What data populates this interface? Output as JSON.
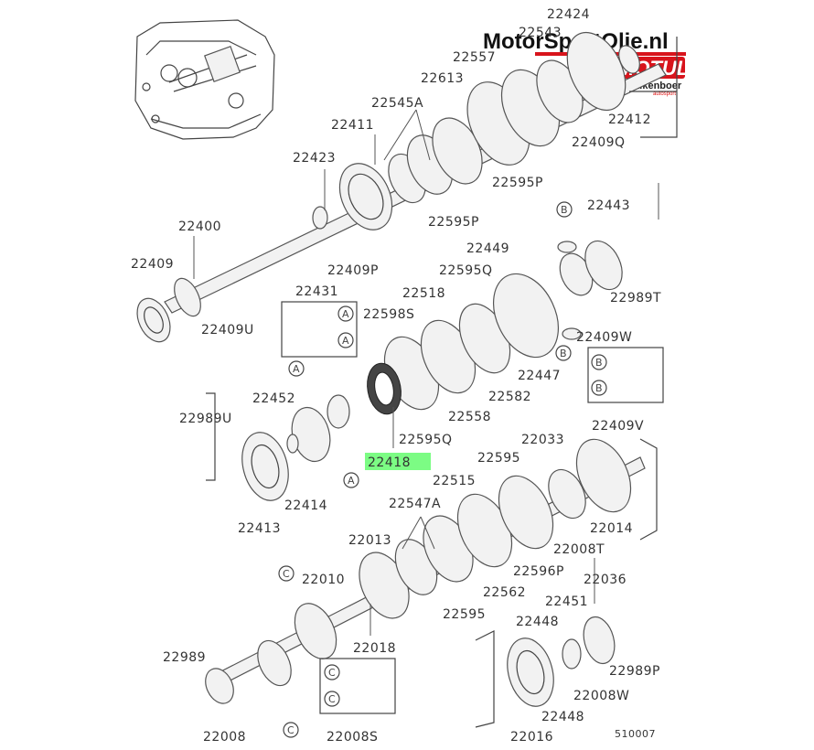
{
  "brand": {
    "site_name": "MotorSportOlie.nl",
    "logo_text": "MOTUL",
    "dealer_text": "Malkenboer",
    "dealer_sub": "autosport",
    "accent_red": "#d8141c"
  },
  "highlight_color": "#7CFC84",
  "highlighted_part": "22418",
  "diagram_code": "510007",
  "callout_letters": [
    "A",
    "B",
    "C"
  ],
  "part_numbers": [
    "22424",
    "22543",
    "22557",
    "22613",
    "22545A",
    "22411",
    "22423",
    "22400",
    "22409",
    "22409P",
    "22595P",
    "22412",
    "22409Q",
    "22443",
    "22449",
    "22595Q",
    "22518",
    "22431",
    "22598S",
    "22409U",
    "22989T",
    "22409W",
    "22447",
    "22582",
    "22418",
    "22452",
    "22989U",
    "22558",
    "22409V",
    "22033",
    "22595",
    "22515",
    "22547A",
    "22414",
    "22413",
    "22014",
    "22008T",
    "22596P",
    "22013",
    "22010",
    "22562",
    "22036",
    "22451",
    "22448",
    "22018",
    "22989",
    "22989P",
    "22008W",
    "22008",
    "22008S",
    "22016"
  ]
}
